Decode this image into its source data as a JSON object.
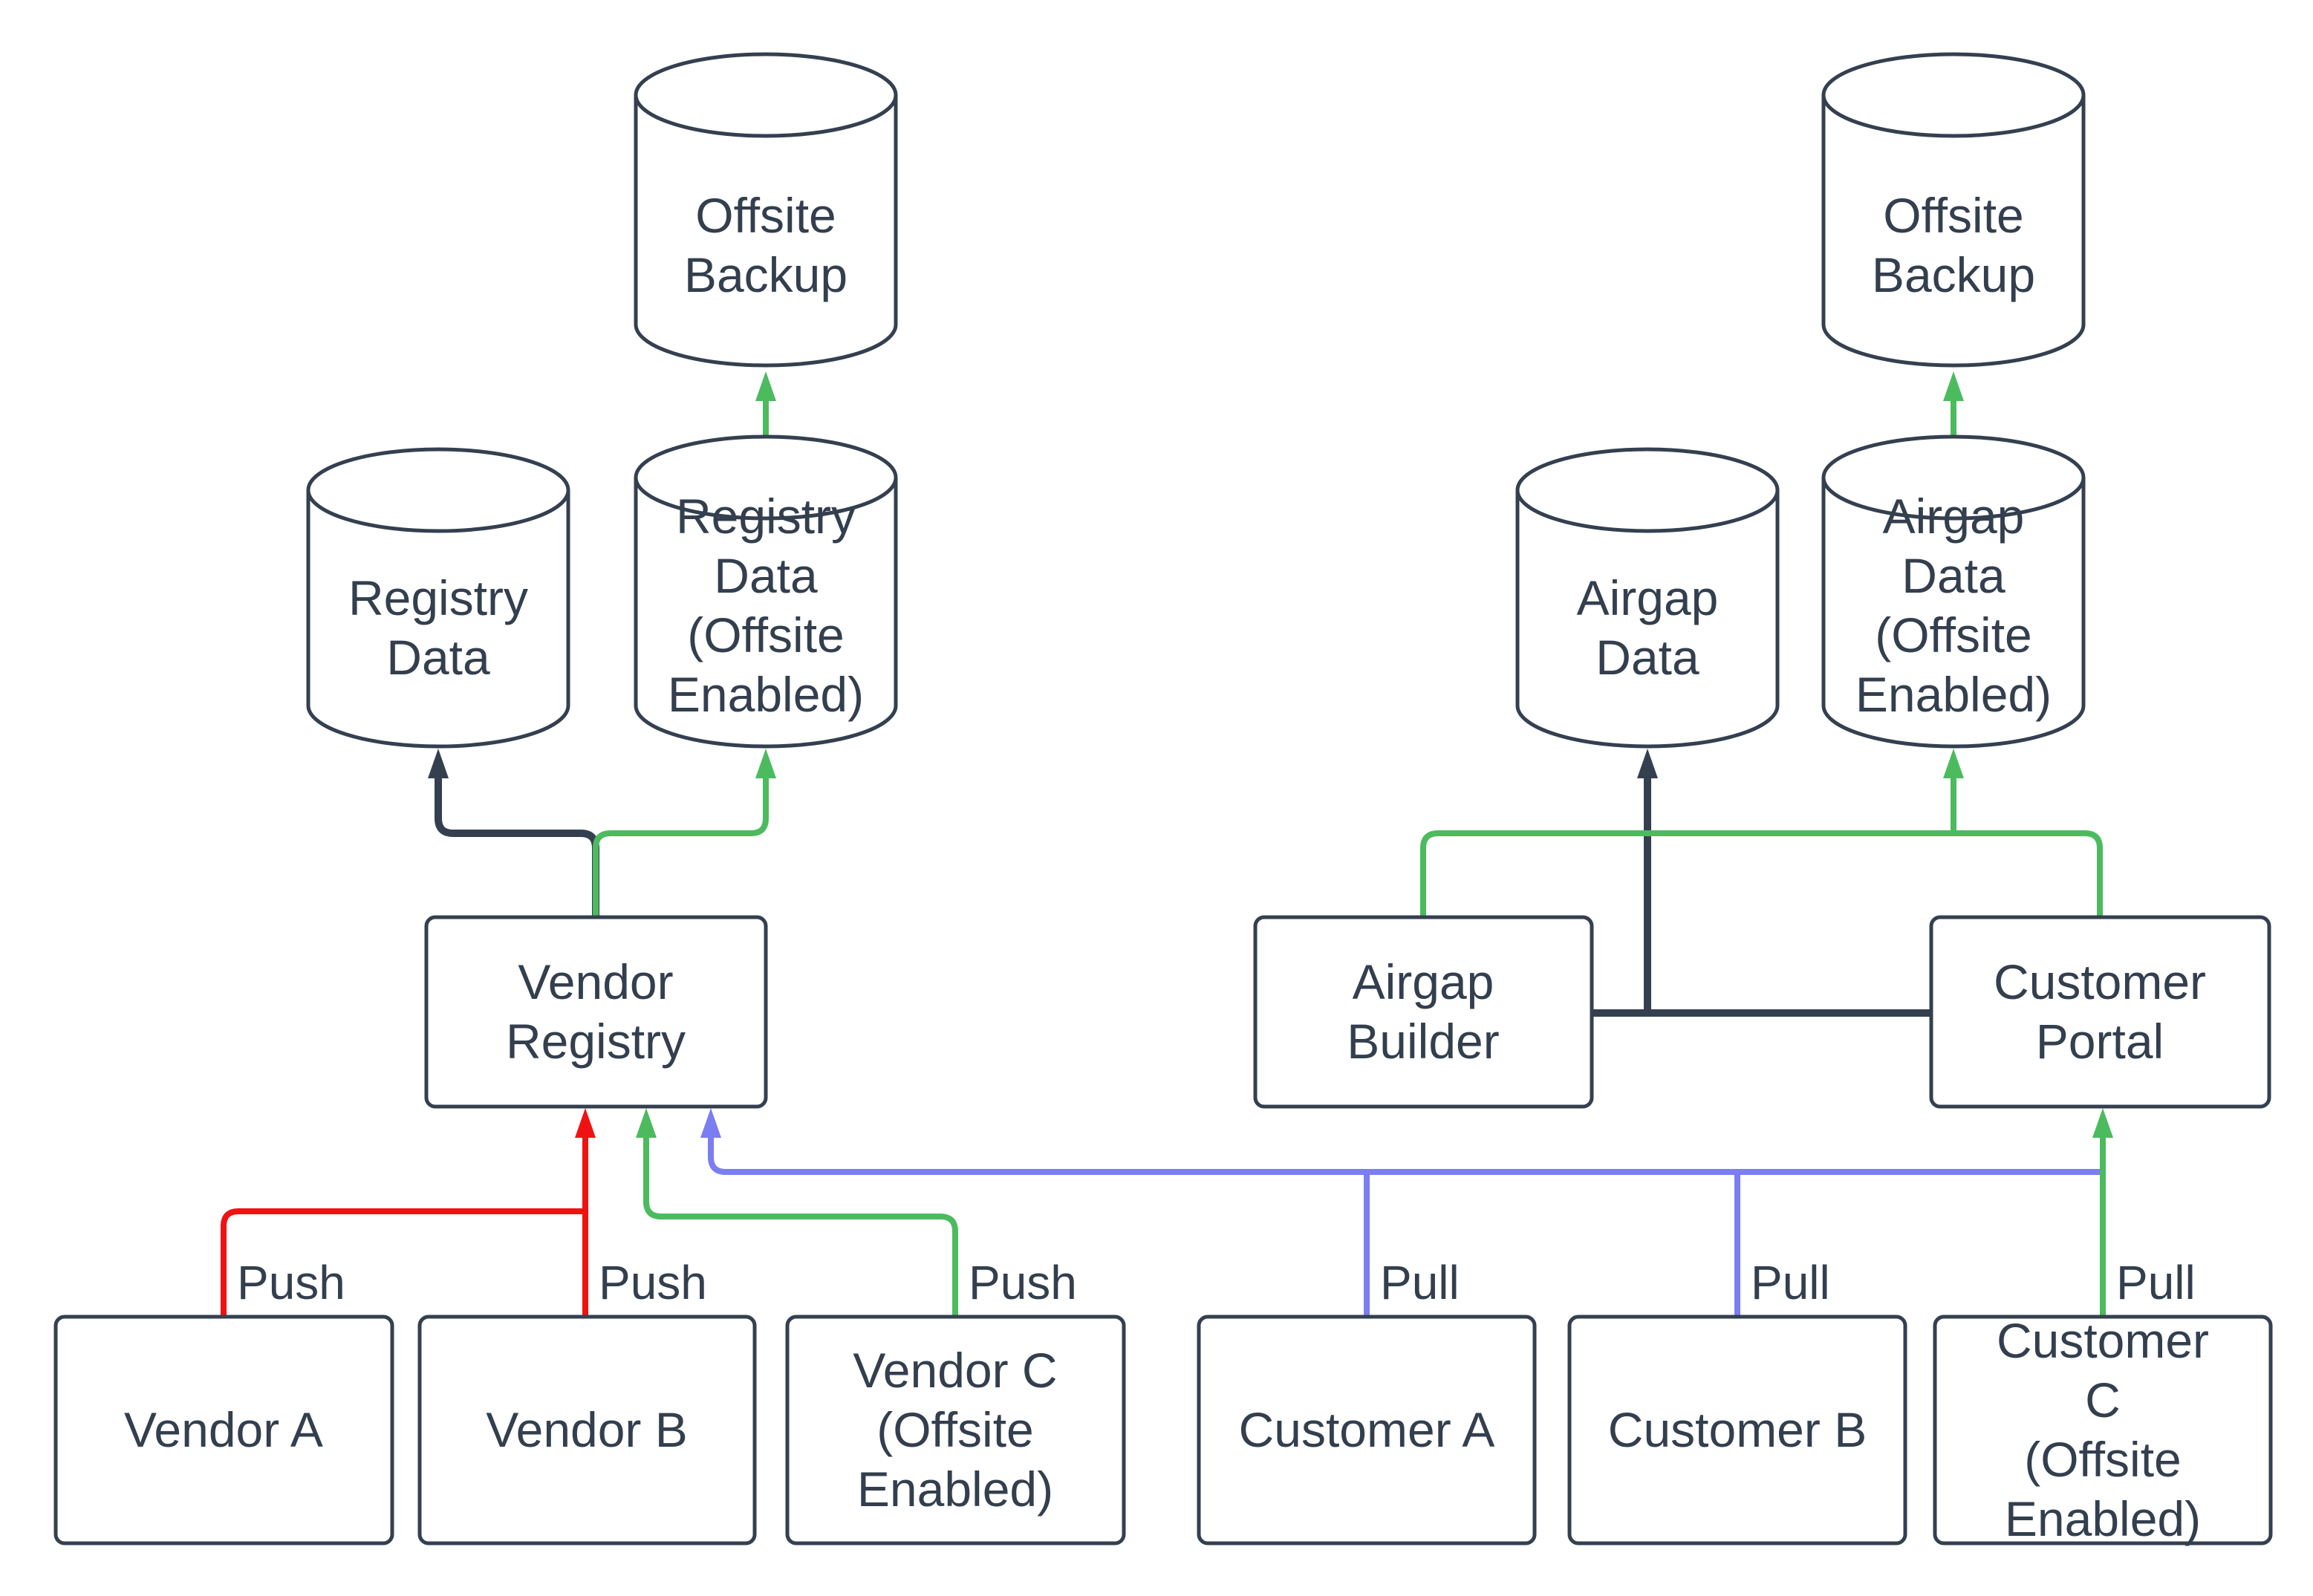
{
  "diagram": {
    "background": "#ffffff",
    "colors": {
      "node_border": "#344050",
      "node_text": "#333f4e",
      "edge_dark": "#344050",
      "edge_green": "#4cbb5e",
      "edge_red": "#f01212",
      "edge_purple": "#7b7df2"
    },
    "nodes": {
      "offsite_backup_left": {
        "label": "Offsite\nBackup",
        "shape": "cylinder"
      },
      "offsite_backup_right": {
        "label": "Offsite\nBackup",
        "shape": "cylinder"
      },
      "registry_data": {
        "label": "Registry\nData",
        "shape": "cylinder"
      },
      "registry_data_offsite": {
        "label": "Registry\nData\n(Offsite\nEnabled)",
        "shape": "cylinder"
      },
      "airgap_data": {
        "label": "Airgap\nData",
        "shape": "cylinder"
      },
      "airgap_data_offsite": {
        "label": "Airgap\nData\n(Offsite\nEnabled)",
        "shape": "cylinder"
      },
      "vendor_registry": {
        "label": "Vendor\nRegistry",
        "shape": "rect"
      },
      "airgap_builder": {
        "label": "Airgap\nBuilder",
        "shape": "rect"
      },
      "customer_portal": {
        "label": "Customer\nPortal",
        "shape": "rect"
      },
      "vendor_a": {
        "label": "Vendor A",
        "shape": "rect"
      },
      "vendor_b": {
        "label": "Vendor B",
        "shape": "rect"
      },
      "vendor_c": {
        "label": "Vendor C\n(Offsite\nEnabled)",
        "shape": "rect"
      },
      "customer_a": {
        "label": "Customer A",
        "shape": "rect"
      },
      "customer_b": {
        "label": "Customer B",
        "shape": "rect"
      },
      "customer_c": {
        "label": "Customer C\n(Offsite\nEnabled)",
        "shape": "rect"
      }
    },
    "edge_labels": {
      "push_vendor_a": "Push",
      "push_vendor_b": "Push",
      "push_vendor_c": "Push",
      "pull_customer_a": "Pull",
      "pull_customer_b": "Pull",
      "pull_customer_c": "Pull"
    },
    "edges": [
      {
        "from": "vendor_a",
        "to": "vendor_registry",
        "label": "Push",
        "color": "red"
      },
      {
        "from": "vendor_b",
        "to": "vendor_registry",
        "label": "Push",
        "color": "red"
      },
      {
        "from": "vendor_c",
        "to": "vendor_registry",
        "label": "Push",
        "color": "green"
      },
      {
        "from": "vendor_registry",
        "to": "registry_data",
        "label": "",
        "color": "dark"
      },
      {
        "from": "vendor_registry",
        "to": "registry_data_offsite",
        "label": "",
        "color": "green"
      },
      {
        "from": "registry_data_offsite",
        "to": "offsite_backup_left",
        "label": "",
        "color": "green"
      },
      {
        "from": "customer_a",
        "to": "vendor_registry",
        "label": "Pull",
        "color": "purple"
      },
      {
        "from": "customer_b",
        "to": "vendor_registry",
        "label": "Pull",
        "color": "purple"
      },
      {
        "from": "customer_c",
        "to": "customer_portal",
        "label": "Pull",
        "color": "green"
      },
      {
        "from": "airgap_builder",
        "to": "airgap_data",
        "label": "",
        "color": "dark"
      },
      {
        "from": "customer_portal",
        "to": "airgap_data",
        "label": "",
        "color": "dark"
      },
      {
        "from": "airgap_builder",
        "to": "customer_portal",
        "label": "",
        "color": "green"
      },
      {
        "from": "customer_portal",
        "to": "airgap_data_offsite",
        "label": "",
        "color": "green"
      },
      {
        "from": "airgap_data_offsite",
        "to": "offsite_backup_right",
        "label": "",
        "color": "green"
      }
    ]
  }
}
